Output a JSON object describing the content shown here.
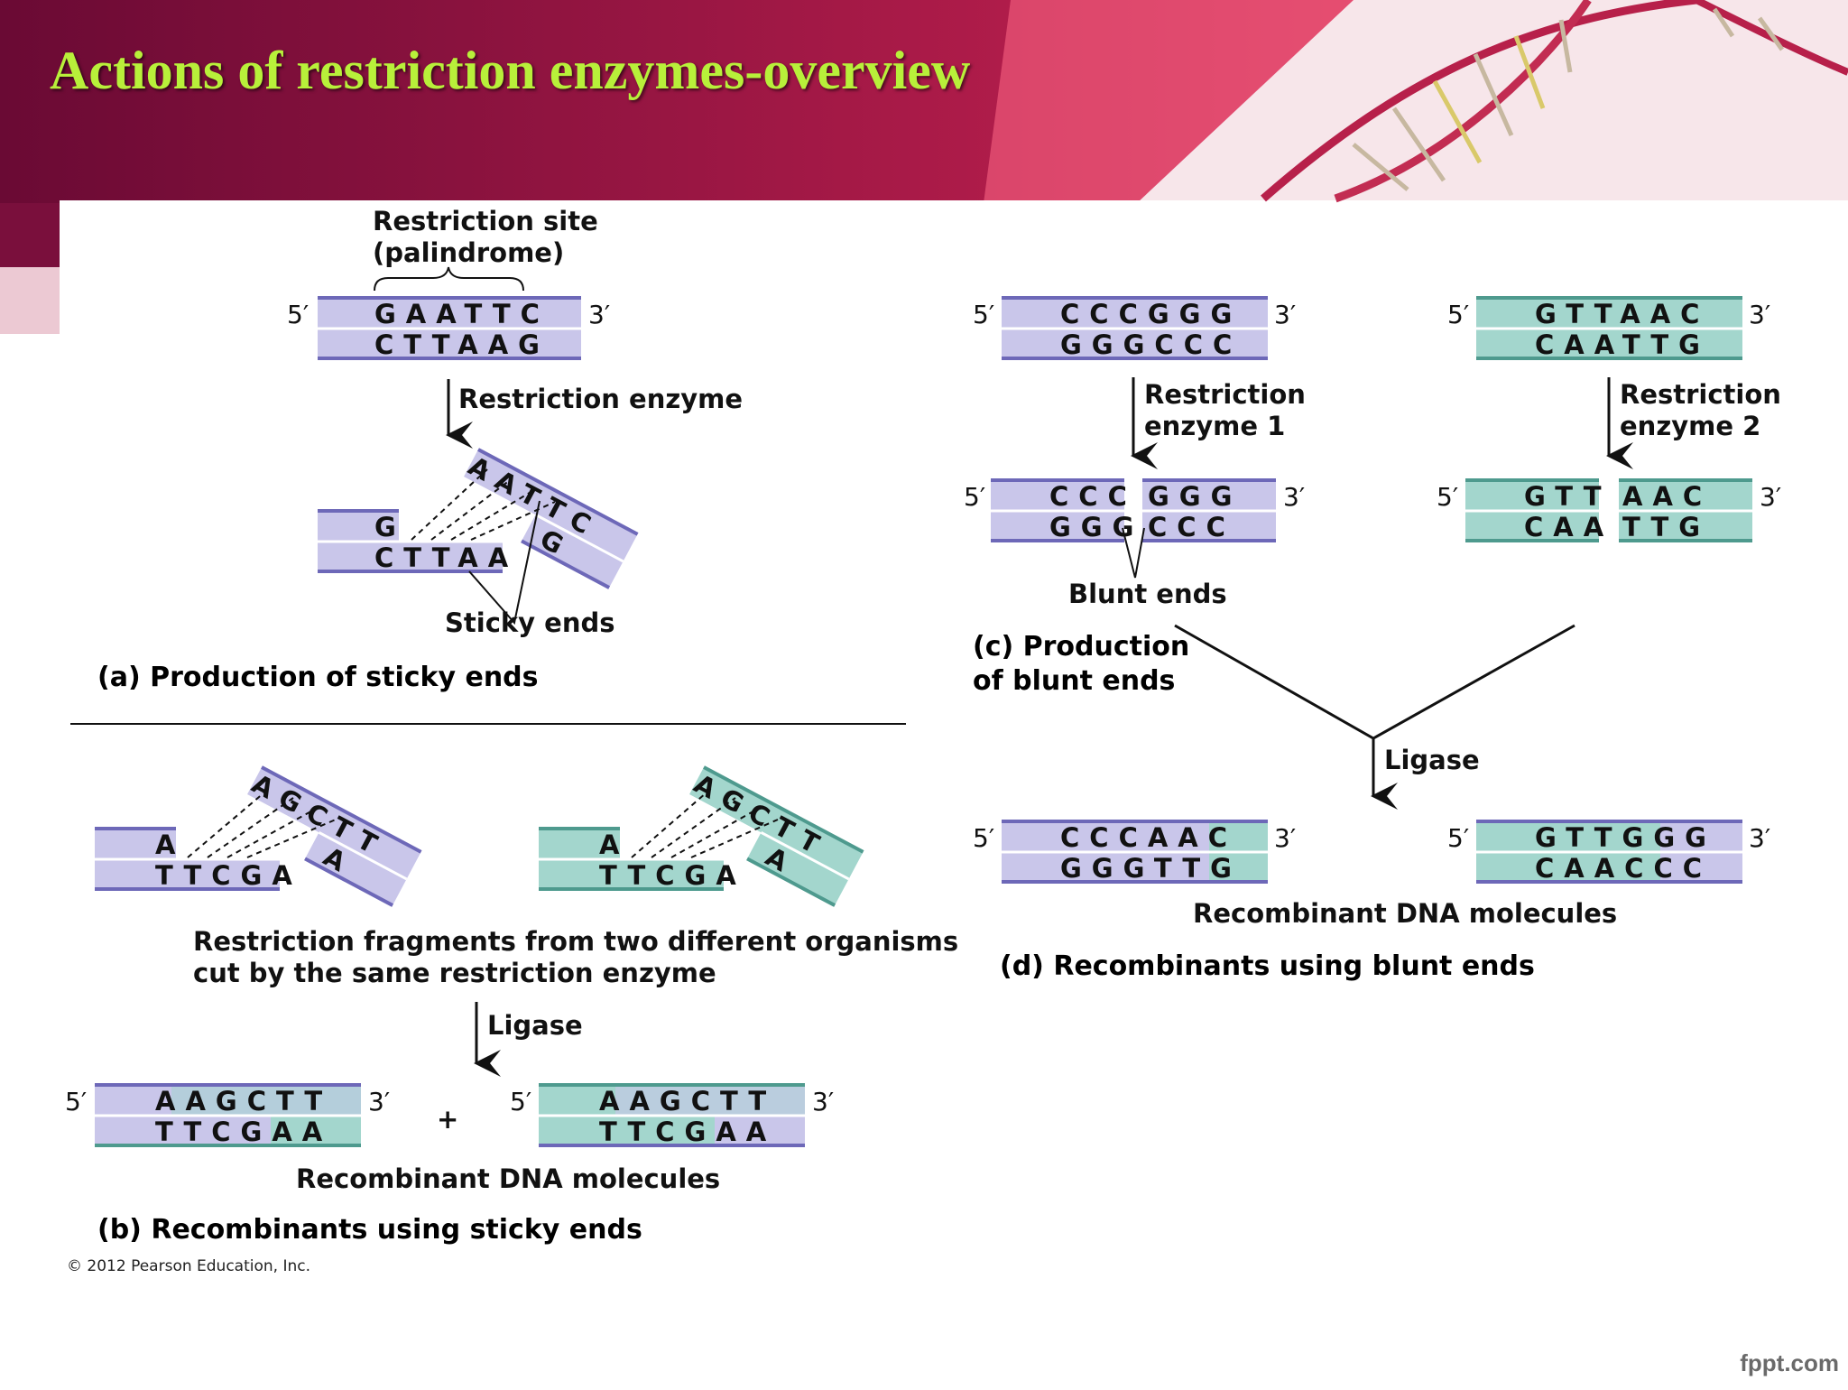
{
  "slide": {
    "title": "Actions of restriction enzymes-overview",
    "brand": "fppt.com"
  },
  "colors": {
    "lavender": "#c9c6ea",
    "lavender_edge": "#6d68b8",
    "teal": "#a3d6cd",
    "teal_edge": "#4e9a8e",
    "title_green": "#b8f03a",
    "banner": "#a01848"
  },
  "ends": {
    "five": "5′",
    "three": "3′"
  },
  "panel_a": {
    "site_label_1": "Restriction site",
    "site_label_2": "(palindrome)",
    "top": "GAATTC",
    "bottom": "CTTAAG",
    "enzyme": "Restriction enzyme",
    "left_top": "G",
    "left_bottom": "CTTAA",
    "right_top": "AATTC",
    "right_bottom": "G",
    "sticky": "Sticky ends",
    "caption": "(a) Production of sticky ends"
  },
  "panel_b": {
    "frag_top": "A",
    "frag_bottom": "TTCGA",
    "frag_right_top": "AGCTT",
    "frag_right_bottom": "A",
    "fragments_1": "Restriction fragments from two different organisms",
    "fragments_2": "cut by the same restriction enzyme",
    "ligase": "Ligase",
    "rec_top": "AAGCTT",
    "rec_bottom": "TTCGAA",
    "plus": "+",
    "recombinant": "Recombinant DNA molecules",
    "caption": "(b) Recombinants using sticky ends",
    "copyright": "© 2012 Pearson Education, Inc."
  },
  "panel_c": {
    "e1_top": "CCCGGG",
    "e1_bottom": "GGGCCC",
    "e1_label_1": "Restriction",
    "e1_label_2": "enzyme 1",
    "e1_cut_top_left": "CCC",
    "e1_cut_top_right": "GGG",
    "e1_cut_bottom_left": "GGG",
    "e1_cut_bottom_right": "CCC",
    "e2_top": "GTTAAC",
    "e2_bottom": "CAATTG",
    "e2_label_1": "Restriction",
    "e2_label_2": "enzyme 2",
    "e2_cut_top_left": "GTT",
    "e2_cut_top_right": "AAC",
    "e2_cut_bottom_left": "CAA",
    "e2_cut_bottom_right": "TTG",
    "blunt": "Blunt ends",
    "caption_1": "(c) Production",
    "caption_2": "of blunt ends"
  },
  "panel_d": {
    "ligase": "Ligase",
    "rec1_top": "CCCAAC",
    "rec1_bottom": "GGGTTG",
    "rec2_top": "GTTGGG",
    "rec2_bottom": "CAACCC",
    "recombinant": "Recombinant DNA molecules",
    "caption": "(d) Recombinants using blunt ends"
  }
}
